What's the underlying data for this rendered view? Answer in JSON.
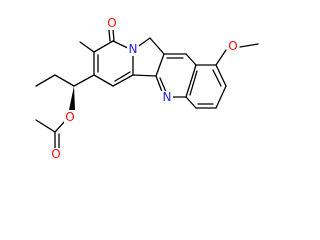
{
  "colors": {
    "bond": "#000000",
    "nitrogen": "#2323ff",
    "oxygen": "#ff0d0d",
    "background": "#ffffff"
  },
  "atoms": {
    "carbonyl_oxygen_top": "O",
    "ring_nitrogen_lactam": "N",
    "ring_nitrogen_quinoline": "N",
    "methoxy_oxygen": "O",
    "ester_oxygen": "O",
    "acetyl_carbonyl_oxygen": "O"
  }
}
